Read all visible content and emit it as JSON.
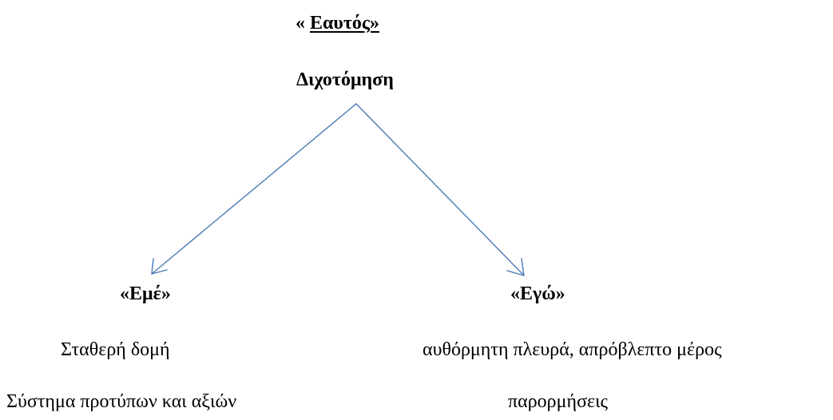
{
  "title": {
    "prefix": "« ",
    "text": "Εαυτός»"
  },
  "subtitle": "Διχοτόμηση",
  "left": {
    "heading": "«Εμέ»",
    "line1": "Σταθερή δομή",
    "line2": "Σύστημα προτύπων και αξιών"
  },
  "right": {
    "heading": "«Εγώ»",
    "line1": "αυθόρμητη πλευρά, απρόβλεπτο μέρος",
    "line2": "παρορμήσεις"
  },
  "colors": {
    "arrow": "#4a7ab5",
    "text": "#000000"
  }
}
